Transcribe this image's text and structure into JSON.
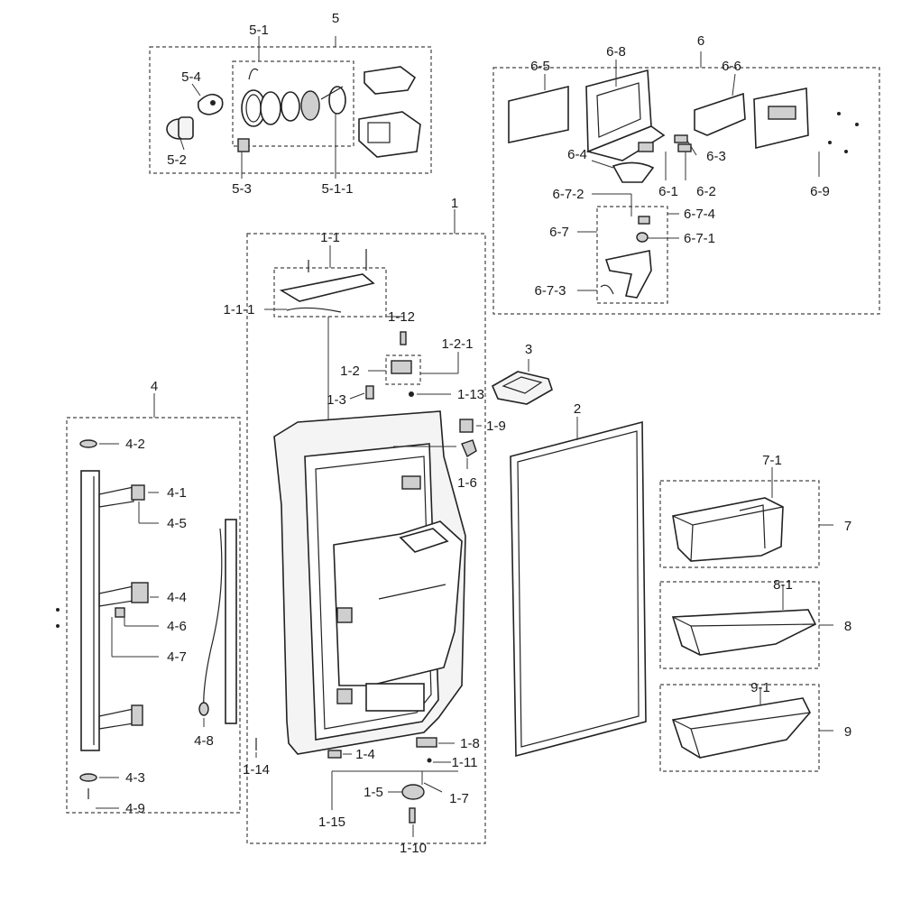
{
  "labels": {
    "g5": "5",
    "l5_1": "5-1",
    "l5_4": "5-4",
    "l5_2": "5-2",
    "l5_3": "5-3",
    "l5_1_1": "5-1-1",
    "g6": "6",
    "l6_5": "6-5",
    "l6_8": "6-8",
    "l6_6": "6-6",
    "l6_4": "6-4",
    "l6_3": "6-3",
    "l6_1": "6-1",
    "l6_2": "6-2",
    "l6_9": "6-9",
    "l6_7_2": "6-7-2",
    "l6_7_4": "6-7-4",
    "l6_7": "6-7",
    "l6_7_1": "6-7-1",
    "l6_7_3": "6-7-3",
    "g1": "1",
    "l1_1": "1-1",
    "l1_1_1": "1-1-1",
    "l1_12": "1-12",
    "l1_2_1": "1-2-1",
    "l1_2": "1-2",
    "l1_3": "1-3",
    "l1_13": "1-13",
    "l1_9": "1-9",
    "l1_6": "1-6",
    "l1_8": "1-8",
    "l1_4": "1-4",
    "l1_11": "1-11",
    "l1_14": "1-14",
    "l1_5": "1-5",
    "l1_7": "1-7",
    "l1_15": "1-15",
    "l1_10": "1-10",
    "g3": "3",
    "g2": "2",
    "g4": "4",
    "l4_2": "4-2",
    "l4_1": "4-1",
    "l4_5": "4-5",
    "l4_4": "4-4",
    "l4_6": "4-6",
    "l4_7": "4-7",
    "l4_8": "4-8",
    "l4_3": "4-3",
    "l4_9": "4-9",
    "g7": "7",
    "l7_1": "7-1",
    "g8": "8",
    "l8_1": "8-1",
    "g9": "9",
    "l9_1": "9-1"
  }
}
